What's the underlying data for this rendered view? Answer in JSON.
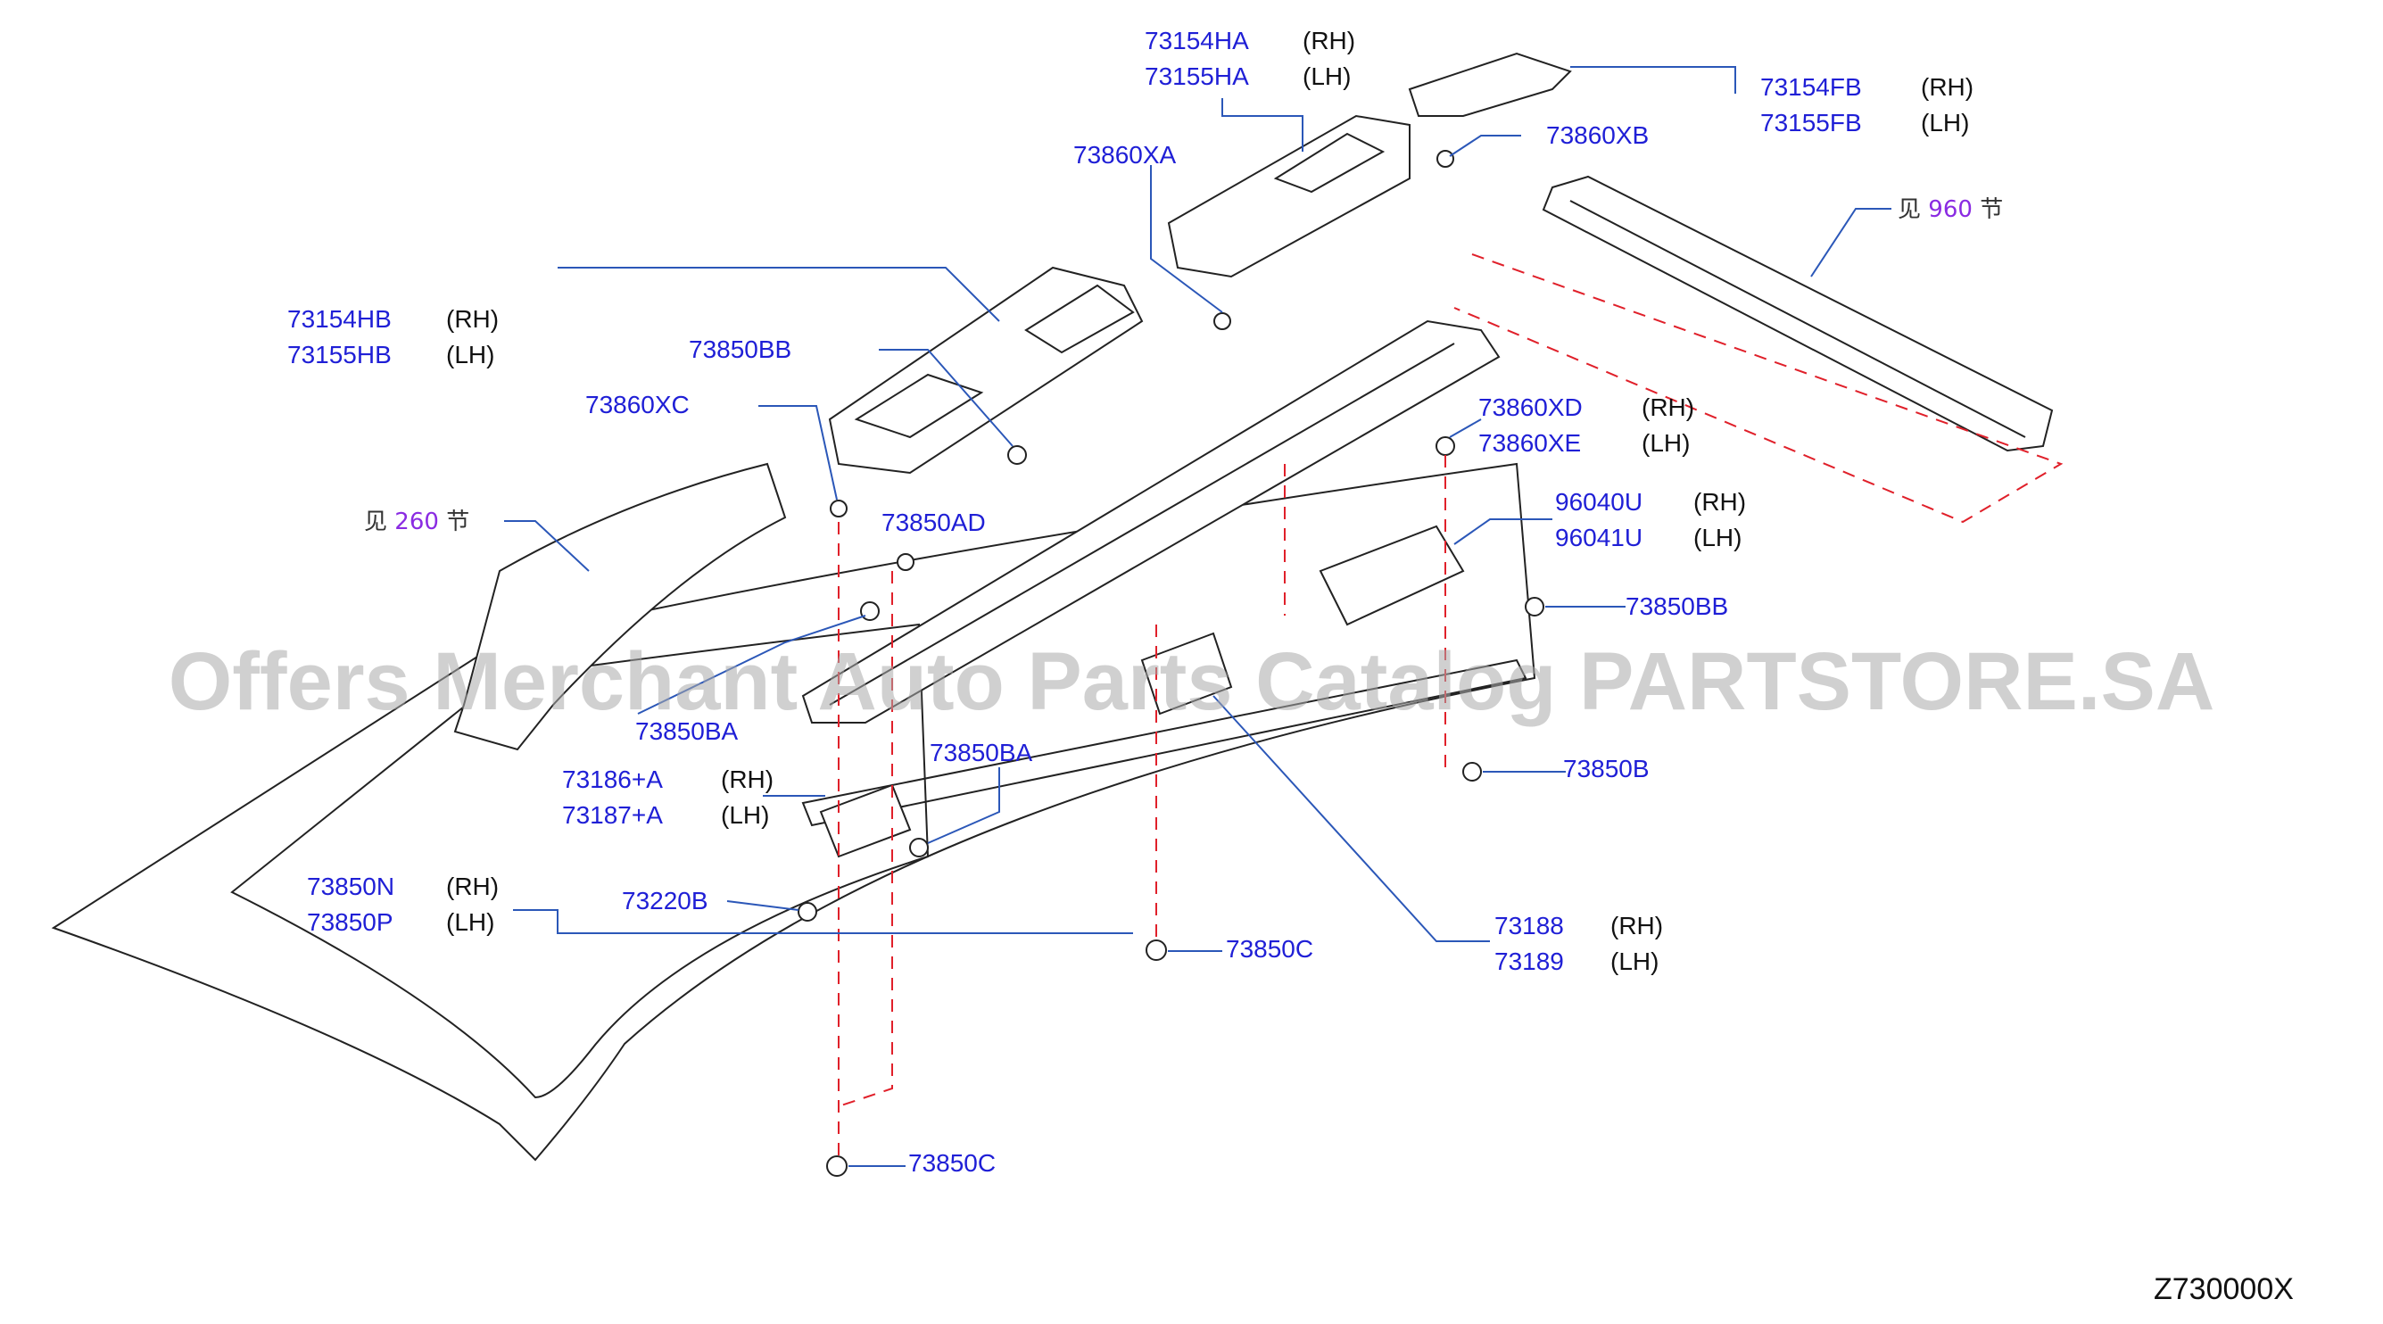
{
  "colors": {
    "part_number": "#1f1fd6",
    "leader_line": "#2b57b8",
    "dashed_line": "#e0202a",
    "reference_number": "#8a2be2",
    "watermark": "#aaaaaa"
  },
  "watermark": "Offers Merchant Auto Parts Catalog PARTSTORE.SA",
  "diagram_code": "Z730000X",
  "references": [
    {
      "prefix": "见",
      "number": "960",
      "suffix": "节"
    },
    {
      "prefix": "见",
      "number": "260",
      "suffix": "节"
    }
  ],
  "labels": {
    "p73154HA": "73154HA",
    "p73155HA": "73155HA",
    "p73860XA": "73860XA",
    "p73154FB": "73154FB",
    "p73155FB": "73155FB",
    "p73860XB": "73860XB",
    "p73154HB": "73154HB",
    "p73155HB": "73155HB",
    "p73860XC": "73860XC",
    "p73850BB_a": "73850BB",
    "p73860XD": "73860XD",
    "p73860XE": "73860XE",
    "p96040U": "96040U",
    "p96041U": "96041U",
    "p73850AD": "73850AD",
    "p73850BB_b": "73850BB",
    "p73850BA_a": "73850BA",
    "p73850BA_b": "73850BA",
    "p73186A": "73186+A",
    "p73187A": "73187+A",
    "p73850B": "73850B",
    "p73850N": "73850N",
    "p73850P": "73850P",
    "p73220B": "73220B",
    "p73850C_a": "73850C",
    "p73188": "73188",
    "p73189": "73189",
    "p73850C_b": "73850C"
  },
  "sides": {
    "rh": "(RH)",
    "lh": "(LH)"
  }
}
